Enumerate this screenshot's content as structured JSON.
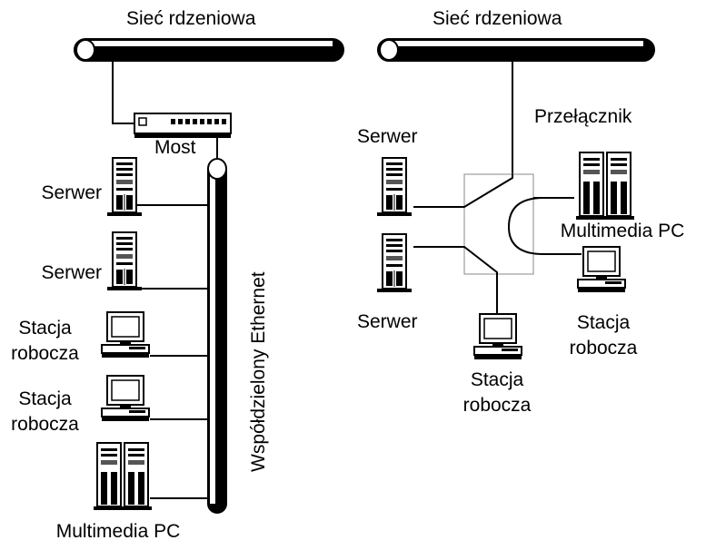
{
  "left": {
    "backbone_label": "Sieć rdzeniowa",
    "bridge_label": "Most",
    "shared_ethernet_label": "Współdzielony Ethernet",
    "devices": [
      {
        "type": "server",
        "label": "Serwer"
      },
      {
        "type": "server",
        "label": "Serwer"
      },
      {
        "type": "workstation",
        "label_line1": "Stacja",
        "label_line2": "robocza"
      },
      {
        "type": "workstation",
        "label_line1": "Stacja",
        "label_line2": "robocza"
      },
      {
        "type": "multimedia",
        "label": "Multimedia PC"
      }
    ]
  },
  "right": {
    "backbone_label": "Sieć rdzeniowa",
    "switch_label": "Przełącznik",
    "devices": [
      {
        "type": "server",
        "label": "Serwer"
      },
      {
        "type": "server",
        "label": "Serwer"
      },
      {
        "type": "multimedia",
        "label": "Multimedia PC"
      },
      {
        "type": "workstation",
        "label_line1": "Stacja",
        "label_line2": "robocza"
      },
      {
        "type": "workstation",
        "label_line1": "Stacja",
        "label_line2": "robocza"
      }
    ]
  }
}
